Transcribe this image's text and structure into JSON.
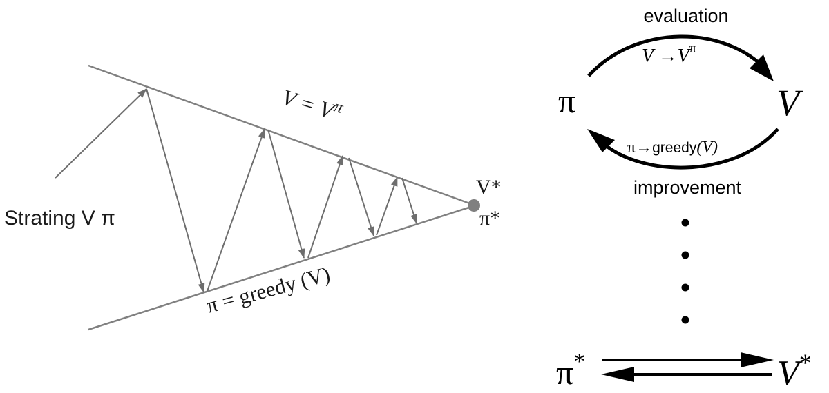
{
  "left_diagram": {
    "start_label": "Strating V π",
    "value_line_label": "V = V",
    "value_line_label_sup": "π",
    "policy_line_label": "π = greedy (V)",
    "converge_v": "V*",
    "converge_pi": "π*"
  },
  "right_diagram": {
    "evaluation_label": "evaluation",
    "evaluation_formula": "V →V",
    "evaluation_formula_sup": "π",
    "pi_node": "π",
    "v_node": "V",
    "improvement_formula_pi": "π",
    "improvement_formula_greedy": "greedy",
    "improvement_formula_arg": "(V)",
    "improvement_label": "improvement",
    "ellipsis_dots": 4,
    "pi_star": "π",
    "pi_star_mark": "*",
    "v_star": "V",
    "v_star_mark": "*"
  },
  "colors": {
    "line_gray": "#808080",
    "arrow_gray": "#6e6e6e",
    "text_dark": "#1a1a1a",
    "black": "#000000"
  }
}
